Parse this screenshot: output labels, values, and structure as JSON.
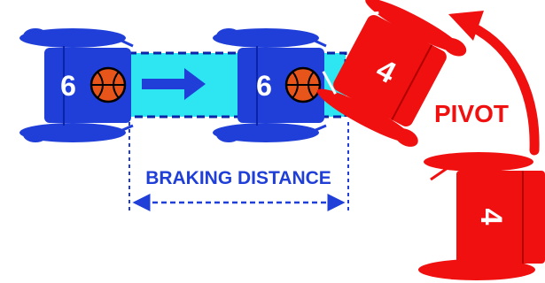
{
  "colors": {
    "blue": "#1f3fd8",
    "blue_dark": "#0a23a8",
    "cyan": "#2ee6f2",
    "red": "#f01010",
    "ball": "#e8551a",
    "white": "#ffffff"
  },
  "labels": {
    "braking_distance": "BRAKING DISTANCE",
    "pivot": "PIVOT"
  },
  "players": {
    "blue_start": {
      "number": "6",
      "has_ball": true
    },
    "blue_stop": {
      "number": "6",
      "has_ball": true
    },
    "red_pivoting": {
      "number": "4"
    },
    "red_bottom": {
      "number": "4"
    }
  },
  "icons": [
    "wheelchair-icon",
    "basketball-icon",
    "direction-arrow-icon",
    "pivot-arrow-icon",
    "double-arrow-icon"
  ]
}
